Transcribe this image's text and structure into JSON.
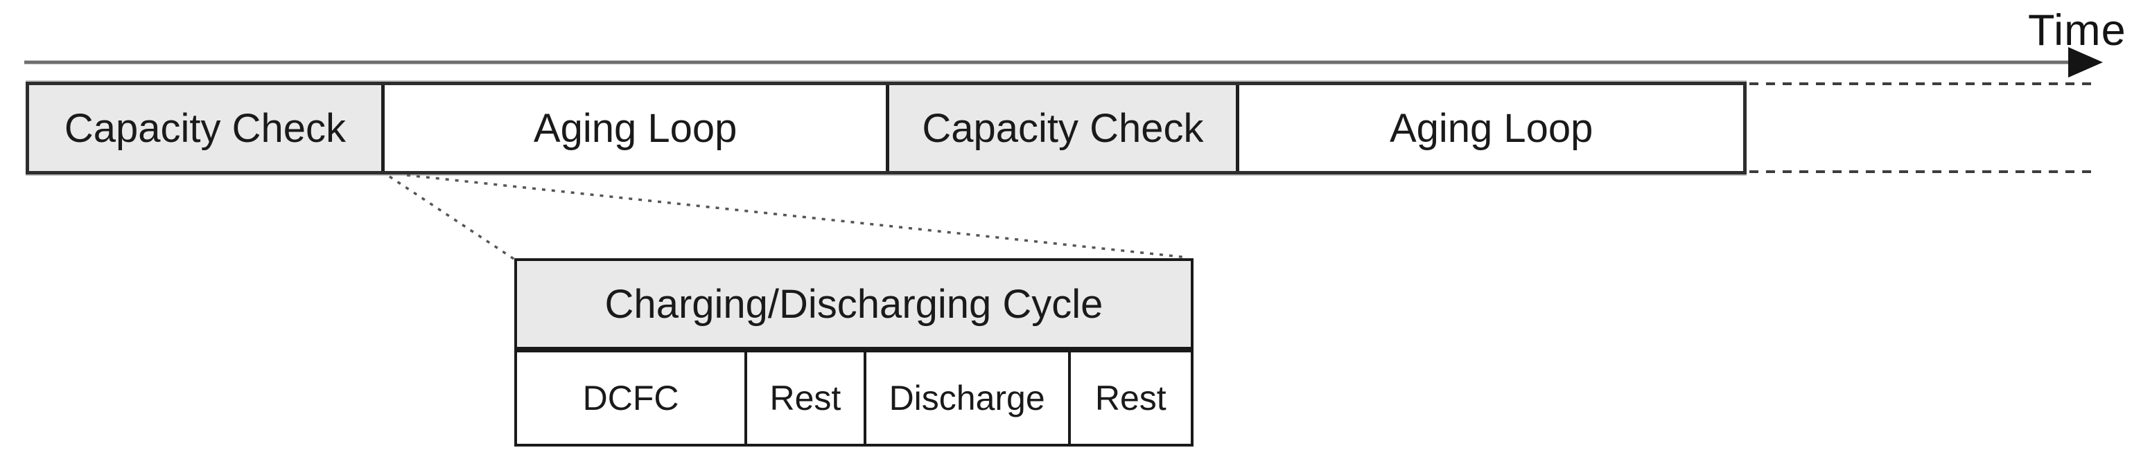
{
  "diagram": {
    "time_axis": {
      "label": "Time"
    },
    "timeline": {
      "segments": [
        {
          "label": "Capacity Check",
          "shaded": true,
          "fill": "#e9e9e9"
        },
        {
          "label": "Aging Loop",
          "shaded": false,
          "fill": "#ffffff"
        },
        {
          "label": "Capacity Check",
          "shaded": true,
          "fill": "#e9e9e9"
        },
        {
          "label": "Aging Loop",
          "shaded": false,
          "fill": "#ffffff"
        }
      ],
      "continues_right": true
    },
    "callout": {
      "title": "Charging/Discharging Cycle",
      "expands_from": "boundary between first Capacity Check and first Aging Loop",
      "phases": [
        {
          "label": "DCFC",
          "shaded": true,
          "fill": "#e9e9e9"
        },
        {
          "label": "Rest",
          "shaded": false,
          "fill": "#ffffff"
        },
        {
          "label": "Discharge",
          "shaded": true,
          "fill": "#e9e9e9"
        },
        {
          "label": "Rest",
          "shaded": false,
          "fill": "#ffffff"
        }
      ]
    },
    "colors": {
      "box_border": "#1f1f1f",
      "shaded_fill": "#e9e9e9",
      "white_fill": "#ffffff",
      "axis_line": "#6e6e6e",
      "dashed_line": "#3d3d3d",
      "dotted_connector": "#555555",
      "text": "#1a1a1a"
    }
  }
}
